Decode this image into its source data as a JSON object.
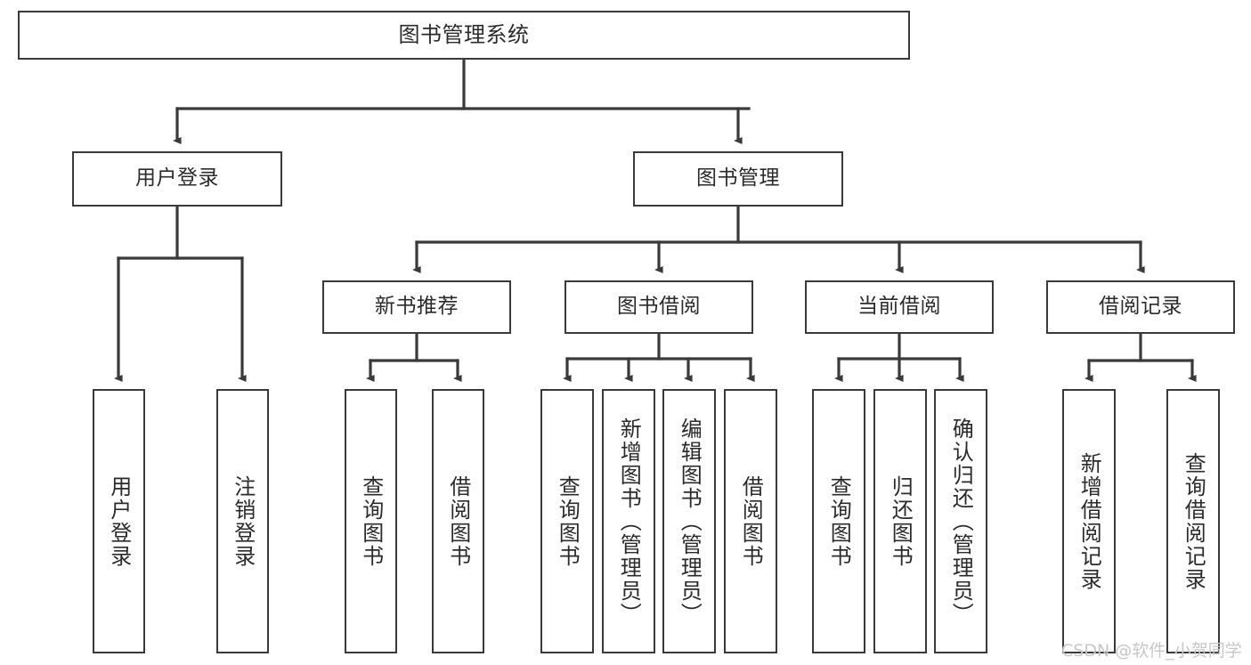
{
  "diagram": {
    "type": "tree-hierarchy",
    "title": "图书管理系统",
    "orientation": "top-down",
    "colors": {
      "border": "#3a3a3a",
      "fill": "#ffffff",
      "text": "#2b2b2b",
      "connector": "#3a3a3a",
      "watermark": "#c7c7c7"
    }
  },
  "nodes": {
    "root": {
      "label": "图书管理系统"
    },
    "level1": [
      {
        "label": "用户登录"
      },
      {
        "label": "图书管理"
      }
    ],
    "level2": [
      {
        "label": "新书推荐"
      },
      {
        "label": "图书借阅"
      },
      {
        "label": "当前借阅"
      },
      {
        "label": "借阅记录"
      }
    ],
    "leaves": {
      "user_login": [
        {
          "label": "用户登录"
        },
        {
          "label": "注销登录"
        }
      ],
      "new_book_recommend": [
        {
          "label": "查询图书"
        },
        {
          "label": "借阅图书"
        }
      ],
      "book_borrow": [
        {
          "label": "查询图书"
        },
        {
          "label": "新增图书（管理员）"
        },
        {
          "label": "编辑图书（管理员）"
        },
        {
          "label": "借阅图书"
        }
      ],
      "current_borrow": [
        {
          "label": "查询图书"
        },
        {
          "label": "归还图书"
        },
        {
          "label": "确认归还（管理员）"
        }
      ],
      "borrow_records": [
        {
          "label": "新增借阅记录"
        },
        {
          "label": "查询借阅记录"
        }
      ]
    }
  },
  "watermark": {
    "text": "CSDN @软件_小贺同学"
  }
}
